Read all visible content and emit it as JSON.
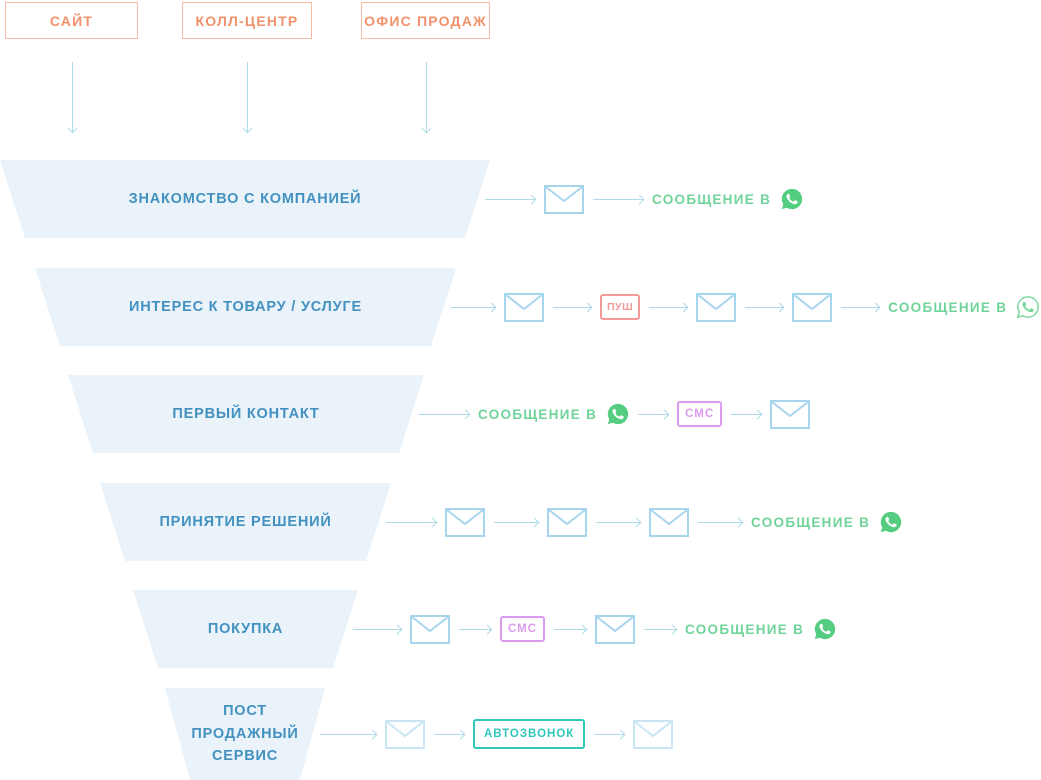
{
  "palette": {
    "source_border": "#F7BBA3",
    "source_text": "#F2926B",
    "funnel_fill": "#EAF3F9",
    "funnel_text": "#4291C0",
    "arrow": "#AEDAEA",
    "envelope": "#A8D5EE",
    "envelope_faded": "#C9E5F4",
    "push": "#F29A97",
    "sms": "#DC9BEE",
    "autocall": "#2FC8BB",
    "whatsapp_green": "#55CD80",
    "whatsapp_text": "#70D49A"
  },
  "sources": [
    {
      "label": "САЙТ"
    },
    {
      "label": "КОЛЛ-ЦЕНТР"
    },
    {
      "label": "ОФИС ПРОДАЖ"
    }
  ],
  "labels": {
    "message_in": "СООБЩЕНИЕ В",
    "push": "ПУШ",
    "sms": "СМС",
    "autocall": "АВТОЗВОНОК"
  },
  "funnel": {
    "stages": [
      {
        "label": "ЗНАКОМСТВО С КОМПАНИЕЙ",
        "chain": [
          "email",
          "whatsapp"
        ]
      },
      {
        "label": "ИНТЕРЕС К ТОВАРУ / УСЛУГЕ",
        "chain": [
          "email",
          "push",
          "email",
          "email",
          "whatsapp_outline"
        ]
      },
      {
        "label": "ПЕРВЫЙ КОНТАКТ",
        "chain": [
          "whatsapp",
          "sms",
          "email"
        ]
      },
      {
        "label": "ПРИНЯТИЕ РЕШЕНИЙ",
        "chain": [
          "email",
          "email",
          "email",
          "whatsapp"
        ]
      },
      {
        "label": "ПОКУПКА",
        "chain": [
          "email",
          "sms",
          "email",
          "whatsapp"
        ]
      },
      {
        "label": "ПОСТ\nПРОДАЖНЫЙ\nСЕРВИС",
        "chain": [
          "email_faded",
          "autocall",
          "email_faded"
        ]
      }
    ]
  }
}
